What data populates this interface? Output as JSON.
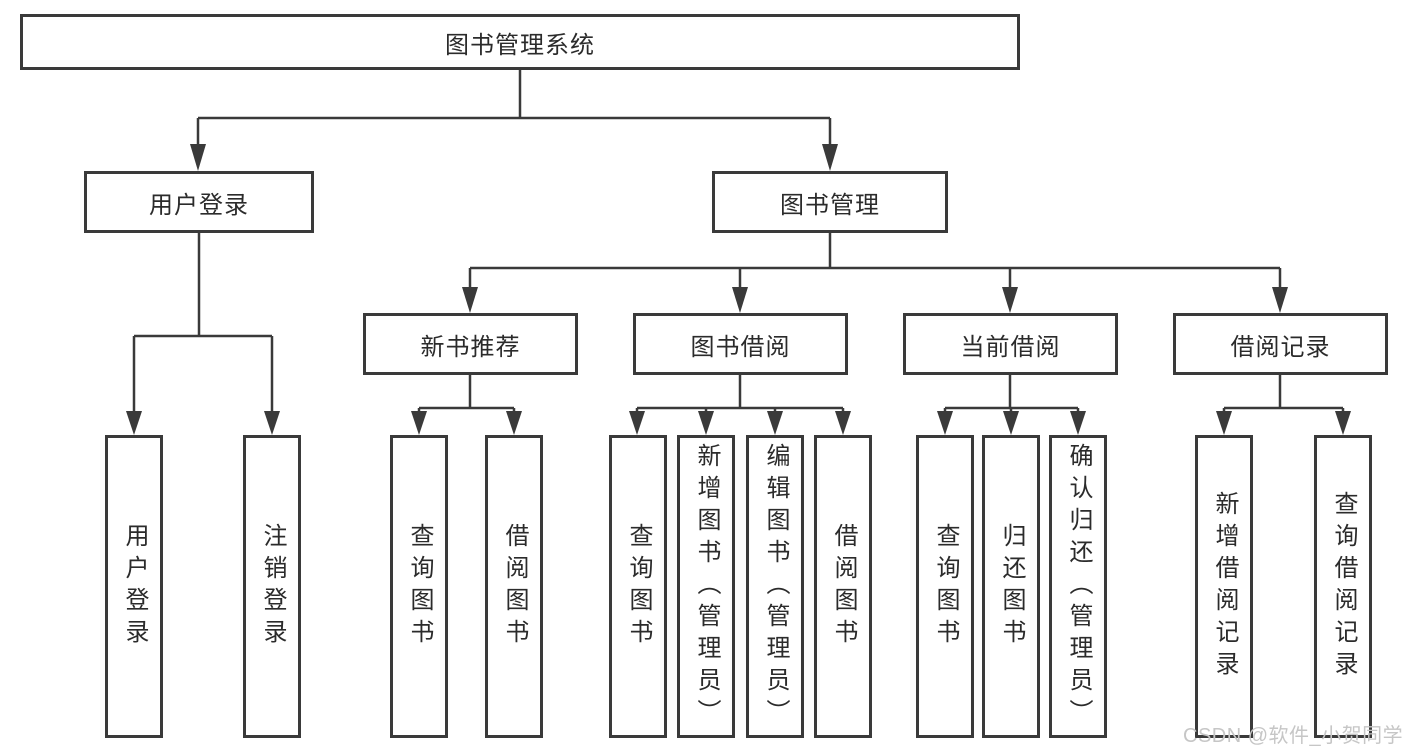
{
  "colors": {
    "line": "#3a3a3a",
    "box_border": "#3a3a3a",
    "text": "#2b2b2b",
    "watermark": "#c6c6c6",
    "background": "#ffffff"
  },
  "watermark": {
    "text": "CSDN @软件_小贺同学"
  },
  "tree": {
    "label": "图书管理系统",
    "children": [
      {
        "label": "用户登录",
        "children": [
          {
            "label": "用户登录"
          },
          {
            "label": "注销登录"
          }
        ]
      },
      {
        "label": "图书管理",
        "children": [
          {
            "label": "新书推荐",
            "children": [
              {
                "label": "查询图书"
              },
              {
                "label": "借阅图书"
              }
            ]
          },
          {
            "label": "图书借阅",
            "children": [
              {
                "label": "查询图书"
              },
              {
                "label": "新增图书（管理员）"
              },
              {
                "label": "编辑图书（管理员）"
              },
              {
                "label": "借阅图书"
              }
            ]
          },
          {
            "label": "当前借阅",
            "children": [
              {
                "label": "查询图书"
              },
              {
                "label": "归还图书"
              },
              {
                "label": "确认归还（管理员）"
              }
            ]
          },
          {
            "label": "借阅记录",
            "children": [
              {
                "label": "新增借阅记录"
              },
              {
                "label": "查询借阅记录"
              }
            ]
          }
        ]
      }
    ]
  }
}
